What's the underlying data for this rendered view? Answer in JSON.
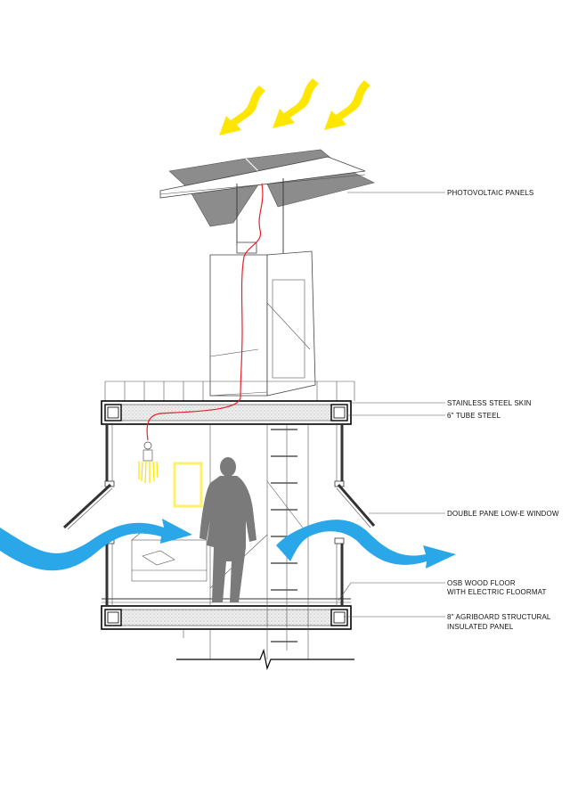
{
  "labels": {
    "photovoltaic": "PHOTOVOLTAIC PANELS",
    "stainless": "STAINLESS STEEL SKIN",
    "tube_steel": "6\" TUBE STEEL",
    "window": "DOUBLE PANE LOW-E WINDOW",
    "floor_line1": "OSB WOOD FLOOR",
    "floor_line2": "WITH ELECTRIC FLOORMAT",
    "panel_line1": "8\" AGRIBOARD STRUCTURAL",
    "panel_line2": "INSULATED PANEL"
  },
  "colors": {
    "sun_arrow": "#ffe600",
    "air_flow": "#2aa7e8",
    "wire": "#e8202a",
    "panel_fill": "#8c8c8c",
    "figure": "#7a7a7a",
    "insulation": "#e6e6e6"
  },
  "icons": {
    "sun": "sun-ray-arrow-icon",
    "air": "airflow-arrow-icon",
    "bulb": "light-bulb-icon",
    "person": "person-silhouette-icon"
  }
}
